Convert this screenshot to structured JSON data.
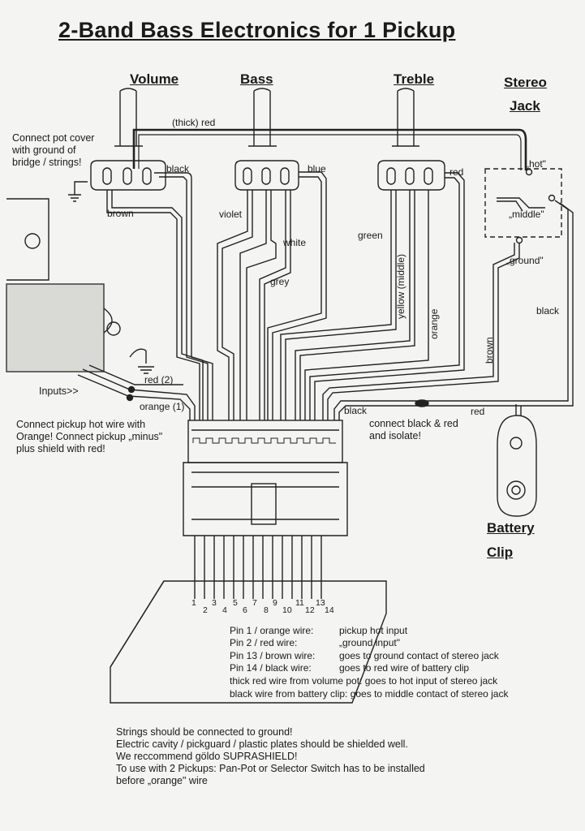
{
  "title": "2-Band Bass Electronics for 1 Pickup",
  "headings": {
    "volume": "Volume",
    "bass": "Bass",
    "treble": "Treble",
    "stereo_jack_line1": "Stereo",
    "stereo_jack_line2": "Jack",
    "battery_line1": "Battery",
    "battery_line2": "Clip"
  },
  "wire_labels": {
    "thick_red": "(thick) red",
    "black_volume": "black",
    "blue": "blue",
    "red_treble": "red",
    "brown": "brown",
    "violet": "violet",
    "white": "white",
    "grey": "grey",
    "green": "green",
    "yellow_middle": "yellow (middle)",
    "orange": "orange",
    "brown_vertical": "brown",
    "black_right": "black",
    "red_2": "red (2)",
    "orange_1": "orange (1)",
    "black_battery": "black",
    "red_battery": "red"
  },
  "jack_labels": {
    "hot": "„hot\"",
    "middle": "„middle\"",
    "ground": "„ground\""
  },
  "notes": {
    "pot_cover": [
      "Connect pot cover",
      "with ground of",
      "bridge / strings!"
    ],
    "inputs": "Inputs>>",
    "pickup_hot": [
      "Connect pickup hot wire with",
      "Orange! Connect pickup „minus\"",
      "plus shield with red!"
    ],
    "connect_black_red": [
      "connect black & red",
      "and isolate!"
    ]
  },
  "pins_top": [
    "1",
    "3",
    "5",
    "7",
    "9",
    "11",
    "13"
  ],
  "pins_bottom": [
    "2",
    "4",
    "6",
    "8",
    "10",
    "12",
    "14"
  ],
  "pin_table": [
    {
      "wire": "Pin 1 / orange wire:",
      "desc": "pickup hot input"
    },
    {
      "wire": "Pin 2 / red wire:",
      "desc": "„ground input\""
    },
    {
      "wire": "Pin 13 / brown wire:",
      "desc": "goes to ground contact of stereo jack"
    },
    {
      "wire": "Pin 14 / black wire:",
      "desc": "goes to red wire of battery clip"
    }
  ],
  "pin_extra": [
    "thick red wire from volume pot: goes to hot input of stereo jack",
    "black wire from battery clip: goes to middle contact of stereo jack"
  ],
  "footer": [
    "Strings should be connected to ground!",
    "Electric cavity / pickguard / plastic plates should be shielded well.",
    "We reccommend göldo SUPRASHIELD!",
    "To use with 2 Pickups: Pan-Pot or Selector Switch has to be installed",
    "before „orange\" wire"
  ]
}
